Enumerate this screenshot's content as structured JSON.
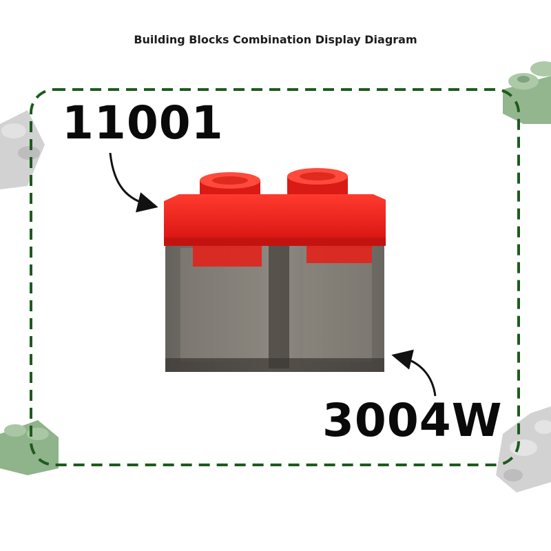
{
  "title": "Building Blocks Combination Display Diagram",
  "labels": {
    "top_part": "11001",
    "bottom_part": "3004W"
  },
  "colors": {
    "frame": "#1e5a1e",
    "red_brick": "#f0201c",
    "smoke_brick": "#5e5a54",
    "deco_green": "#8fb38a",
    "deco_gray": "#cfcfcf"
  },
  "icons": [
    "brick-deco-icon",
    "arrow-icon"
  ]
}
